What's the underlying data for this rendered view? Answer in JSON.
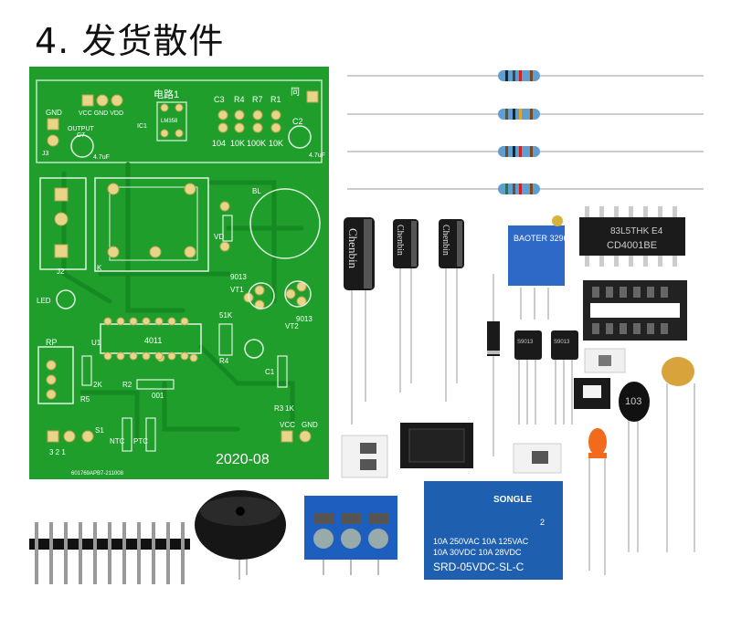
{
  "title": "4. 发货散件",
  "pcb": {
    "circuit_name": "电路1",
    "date": "2020-08",
    "serial": "601769APB7-211008",
    "labels": {
      "gnd": "GND",
      "output": "OUTPUT",
      "vcc_gnd_vdd": "VCC GND VDD",
      "j3": "J3",
      "c7": "C7",
      "c7_val": "4.7uF",
      "ic1": "IC1",
      "lm358": "LM358",
      "c3": "C3",
      "r4": "R4",
      "r7": "R7",
      "r1": "R1",
      "v104": "104",
      "v10k": "10K",
      "v100k": "100K",
      "v10k2": "10K",
      "tong": "同",
      "c2": "C2",
      "c2_val": "4.7uF",
      "j2": "J2",
      "k": "K",
      "vd": "VD",
      "bl": "BL",
      "led": "LED",
      "vt1": "VT1",
      "v9013a": "9013",
      "ic4011": "4011",
      "u1": "U1",
      "r4b": "R4",
      "v51k": "51K",
      "vt2": "VT2",
      "v9013b": "9013",
      "rp": "RP",
      "r5": "R5",
      "v2k": "2K",
      "r2": "R2",
      "v001": "001",
      "c1": "C1",
      "r3": "R3",
      "v1k": "1K",
      "s1": "S1",
      "s1_pins": "3 2 1",
      "ntc": "NTC",
      "ptc": "PTC",
      "vcc": "VCC",
      "gnd2": "GND"
    }
  },
  "parts": {
    "capacitor_brand": "Chenbin",
    "pot_label": "BAOTER 3296",
    "ic_text1": "83L5THK E4",
    "ic_text2": "CD4001BE",
    "transistor_text": "S9013",
    "thermistor_label": "103",
    "relay": {
      "brand": "SONGLE",
      "line1": "10A 250VAC  10A 125VAC",
      "line2": "10A  30VDC  10A  28VDC",
      "model": "SRD-05VDC-SL-C",
      "ul_num": "2"
    }
  },
  "colors": {
    "pcb_green": "#1f9e2c",
    "relay_blue": "#1e5fb0",
    "terminal_blue": "#1d5fbf"
  }
}
